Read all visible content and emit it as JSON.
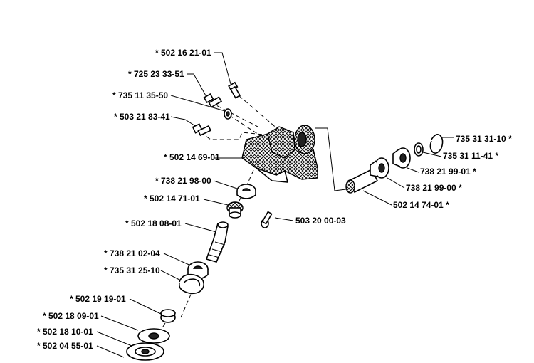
{
  "labels": [
    {
      "id": "p1",
      "text": "* 502 16 21-01"
    },
    {
      "id": "p2",
      "text": "* 725 23 33-51"
    },
    {
      "id": "p3",
      "text": "* 735 11 35-50"
    },
    {
      "id": "p4",
      "text": "* 503 21 83-41"
    },
    {
      "id": "p5",
      "text": "* 502 14 69-01"
    },
    {
      "id": "p6",
      "text": "* 738 21 98-00"
    },
    {
      "id": "p7",
      "text": "* 502 14 71-01"
    },
    {
      "id": "p8",
      "text": "* 502 18 08-01"
    },
    {
      "id": "p9",
      "text": "* 738 21 02-04"
    },
    {
      "id": "p10",
      "text": "* 735 31 25-10"
    },
    {
      "id": "p11",
      "text": "* 502 19 19-01"
    },
    {
      "id": "p12",
      "text": "* 502 18 09-01"
    },
    {
      "id": "p13",
      "text": "* 502 18 10-01"
    },
    {
      "id": "p14",
      "text": "* 502 04 55-01"
    },
    {
      "id": "p15",
      "text": "503 20 00-03"
    },
    {
      "id": "p16",
      "text": "735 31 31-10 *"
    },
    {
      "id": "p17",
      "text": "735 31 11-41 *"
    },
    {
      "id": "p18",
      "text": "738 21 99-01 *"
    },
    {
      "id": "p19",
      "text": "738 21 99-00 *"
    },
    {
      "id": "p20",
      "text": "502 14 74-01 *"
    }
  ]
}
